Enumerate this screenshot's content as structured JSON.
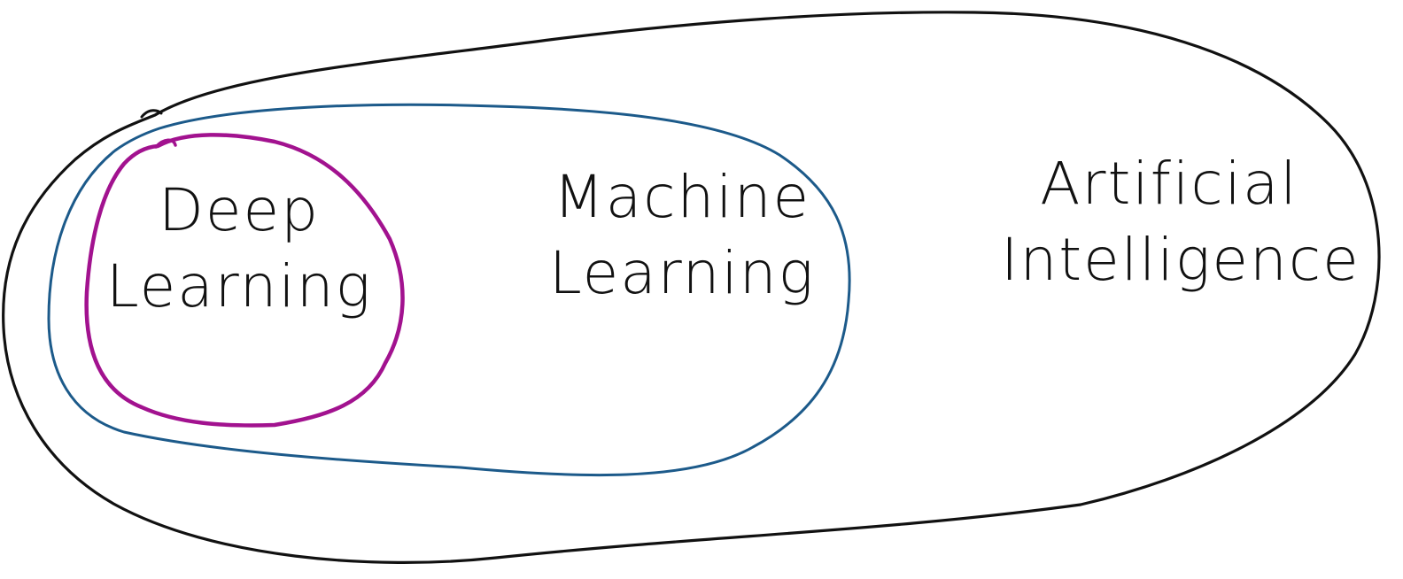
{
  "colors": {
    "ai_outline": "#111111",
    "ml_outline": "#1c5a8a",
    "dl_outline": "#a2128f",
    "text": "#111111"
  },
  "regions": {
    "artificial_intelligence": {
      "line1": "Artificial",
      "line2": "Intelligence"
    },
    "machine_learning": {
      "line1": "Machine",
      "line2": "Learning"
    },
    "deep_learning": {
      "line1": "Deep",
      "line2": "Learning"
    }
  }
}
